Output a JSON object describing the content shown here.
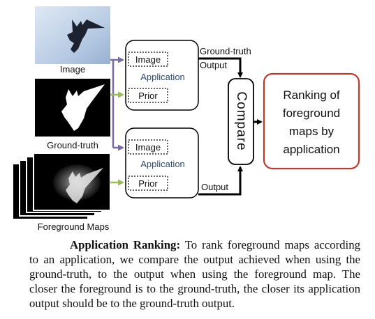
{
  "inputs": {
    "image_label": "Image",
    "groundtruth_label": "Ground-truth",
    "foreground_label": "Foreground Maps"
  },
  "pipeline_top": {
    "image_box": "Image",
    "application": "Application",
    "prior_box": "Prior",
    "output_label_line1": "Ground-truth",
    "output_label_line2": "Output"
  },
  "pipeline_bottom": {
    "image_box": "Image",
    "application": "Application",
    "prior_box": "Prior",
    "output_label": "Output"
  },
  "compare_label": "Compare",
  "result_lines": [
    "Ranking of",
    "foreground",
    "maps by",
    "application"
  ],
  "caption": {
    "heading": "Application Ranking:",
    "body": " To rank foreground maps according to an application, we compare the output achieved when using the ground-truth, to the output when using the foreground map. The closer the foreground is to the ground-truth, the closer its application output should be to the ground-truth output."
  },
  "colors": {
    "image_arrow": "#7b6aa8",
    "prior_arrow": "#9bbb59",
    "result_border": "#c0392b",
    "application_text": "#2e4a6b"
  }
}
